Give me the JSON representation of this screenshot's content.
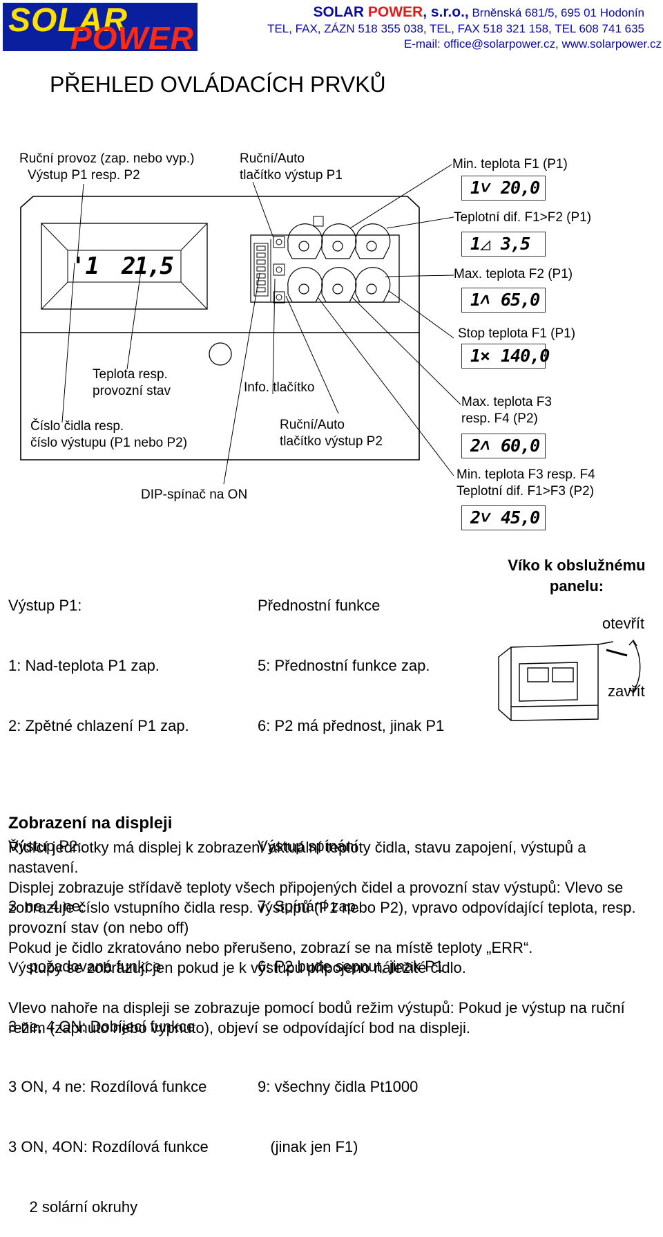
{
  "header": {
    "logo_line1": "SOLAR",
    "logo_line2": "POWER",
    "company_solar": "SOLAR ",
    "company_power": "POWER",
    "company_rest": ", s.r.o.,",
    "address": " Brněnská 681/5, 695 01 Hodonín",
    "phones": "TEL, FAX, ZÁZN 518 355 038, TEL, FAX 518 321 158, TEL 608 741 635",
    "email": "E-mail: office@solarpower.cz, www.solarpower.cz"
  },
  "title": "PŘEHLED OVLÁDACÍCH PRVKŮ",
  "diagram": {
    "label_manual_line1": "Ruční provoz (zap. nebo vyp.)",
    "label_manual_line2": "Výstup P1 resp. P2",
    "label_btn_p1_line1": "Ruční/Auto",
    "label_btn_p1_line2": "tlačítko výstup P1",
    "label_temp_line1": "Teplota resp.",
    "label_temp_line2": "provozní stav",
    "label_sensor_line1": "Číslo čidla resp.",
    "label_sensor_line2": "číslo výstupu (P1 nebo P2)",
    "label_info": "Info. tlačítko",
    "label_btn_p2_line1": "Ruční/Auto",
    "label_btn_p2_line2": "tlačítko výstup P2",
    "label_dip": "DIP-spínač na ON",
    "main_display_left": "'1",
    "main_display_right": "21,5"
  },
  "displays": [
    {
      "label1": "Min. teplota F1 (P1)",
      "label2": "",
      "left": "1˅",
      "right": "20,0"
    },
    {
      "label1": "Teplotní dif. F1>F2 (P1)",
      "label2": "",
      "left": "1◿",
      "right": "3,5"
    },
    {
      "label1": "Max. teplota F2 (P1)",
      "label2": "",
      "left": "1˄",
      "right": "65,0"
    },
    {
      "label1": "Stop teplota F1 (P1)",
      "label2": "",
      "left": "1⨯",
      "right": "140,0"
    },
    {
      "label1": "Max. teplota F3",
      "label2": "resp. F4 (P2)",
      "left": "2˄",
      "right": "60,0"
    },
    {
      "label1": "Min. teplota F3 resp. F4",
      "label2": "Teplotní dif. F1>F3 (P2)",
      "left": "2˅",
      "right": "45,0"
    }
  ],
  "col1": [
    "Výstup P1:",
    "1: Nad-teplota P1 zap.",
    "2: Zpětné chlazení P1 zap.",
    "",
    "Výstup P2:",
    "3  ne, 4 ne:",
    "     požadovaná funkce",
    "3 ne, 4 ON: Dobíjecí funkce",
    "3 ON, 4 ne: Rozdílová funkce",
    "3 ON, 4ON: Rozdílová funkce",
    "     2 solární okruhy"
  ],
  "col2": [
    "Přednostní funkce",
    "5: Přednostní funkce zap.",
    "6: P2 má přednost, jinak P1",
    "",
    "Výstup spínání",
    "7: Spínání zap.",
    "6: P2 bude sepnut, jinak P1",
    "",
    "9: všechny čidla Pt1000",
    "   (jinak jen F1)"
  ],
  "cover": {
    "title_line1": "Víko k obslužnému",
    "title_line2": "panelu:",
    "open": "otevřít",
    "close": "zavřít"
  },
  "section": {
    "heading": "Zobrazení na displeji",
    "p1": "Řídící jednotky má displej k zobrazení aktuální teploty čidla, stavu zapojení, výstupů a nastavení.",
    "p2": "Displej zobrazuje střídavě teploty všech připojených čidel a provozní stav výstupů: Vlevo se zobrazuje číslo vstupního čidla resp. výstupů (P1 nebo P2), vpravo odpovídající teplota, resp. provozní stav (on nebo off)",
    "p3": "Pokud je čidlo zkratováno nebo přerušeno, zobrazí se na místě teploty „ERR“.",
    "p4": "Výstupy se zobrazují jen pokud je k výstupu připojeno náležité čidlo.",
    "p5": "Vlevo nahoře na displeji se zobrazuje pomocí bodů režim výstupů: Pokud je výstup na ruční režim (zapnuto nebo vypnuto), objeví se odpovídající bod na displeji."
  }
}
